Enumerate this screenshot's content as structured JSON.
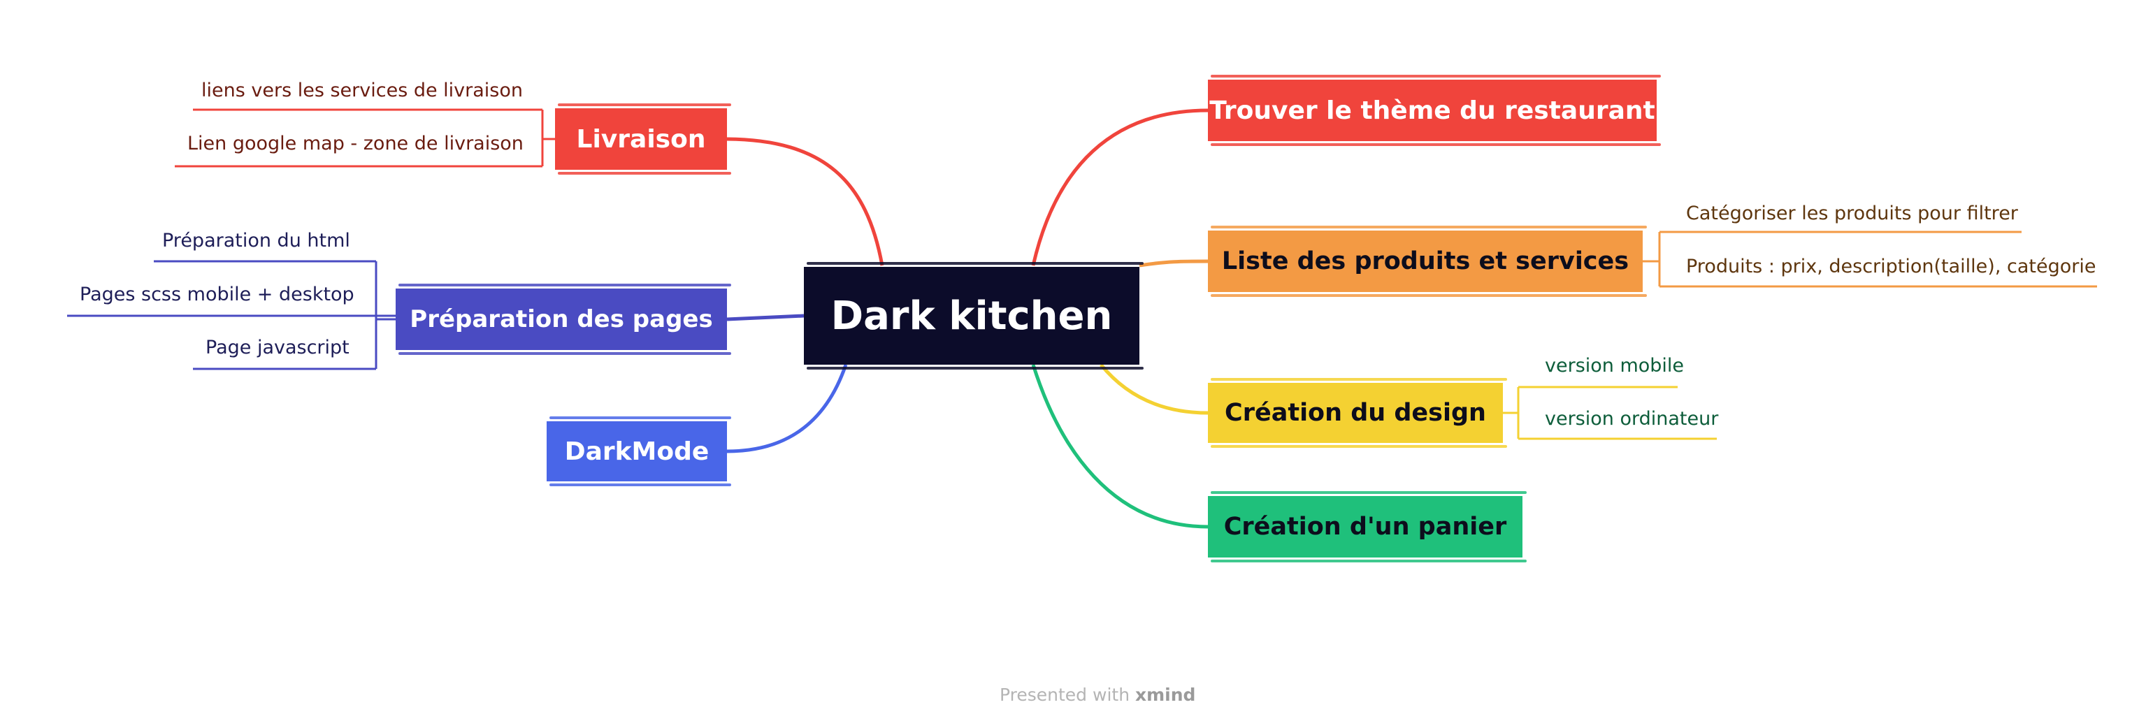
{
  "central": "Dark kitchen",
  "left": {
    "livraison": {
      "label": "Livraison",
      "children": [
        "liens vers les services de livraison",
        "Lien google map - zone de livraison"
      ]
    },
    "preparation": {
      "label": "Préparation des pages",
      "children": [
        "Préparation du html",
        "Pages scss mobile + desktop",
        "Page javascript"
      ]
    },
    "darkmode": {
      "label": "DarkMode"
    }
  },
  "right": {
    "theme": {
      "label": "Trouver le thème du restaurant"
    },
    "liste": {
      "label": "Liste des produits et services",
      "children": [
        "Catégoriser les produits pour filtrer",
        "Produits : prix, description(taille), catégorie"
      ]
    },
    "design": {
      "label": "Création du design",
      "children": [
        "version mobile",
        "version ordinateur"
      ]
    },
    "panier": {
      "label": "Création d'un panier"
    }
  },
  "colors": {
    "central": "#0c0c2a",
    "livraison": "#f0443c",
    "preparation": "#4a4bc2",
    "darkmode": "#4966e8",
    "theme": "#f0443c",
    "liste": "#f39a44",
    "design": "#f4d132",
    "panier": "#1fc07b"
  },
  "footer": {
    "prefix": "Presented with",
    "brand": "xmind"
  }
}
